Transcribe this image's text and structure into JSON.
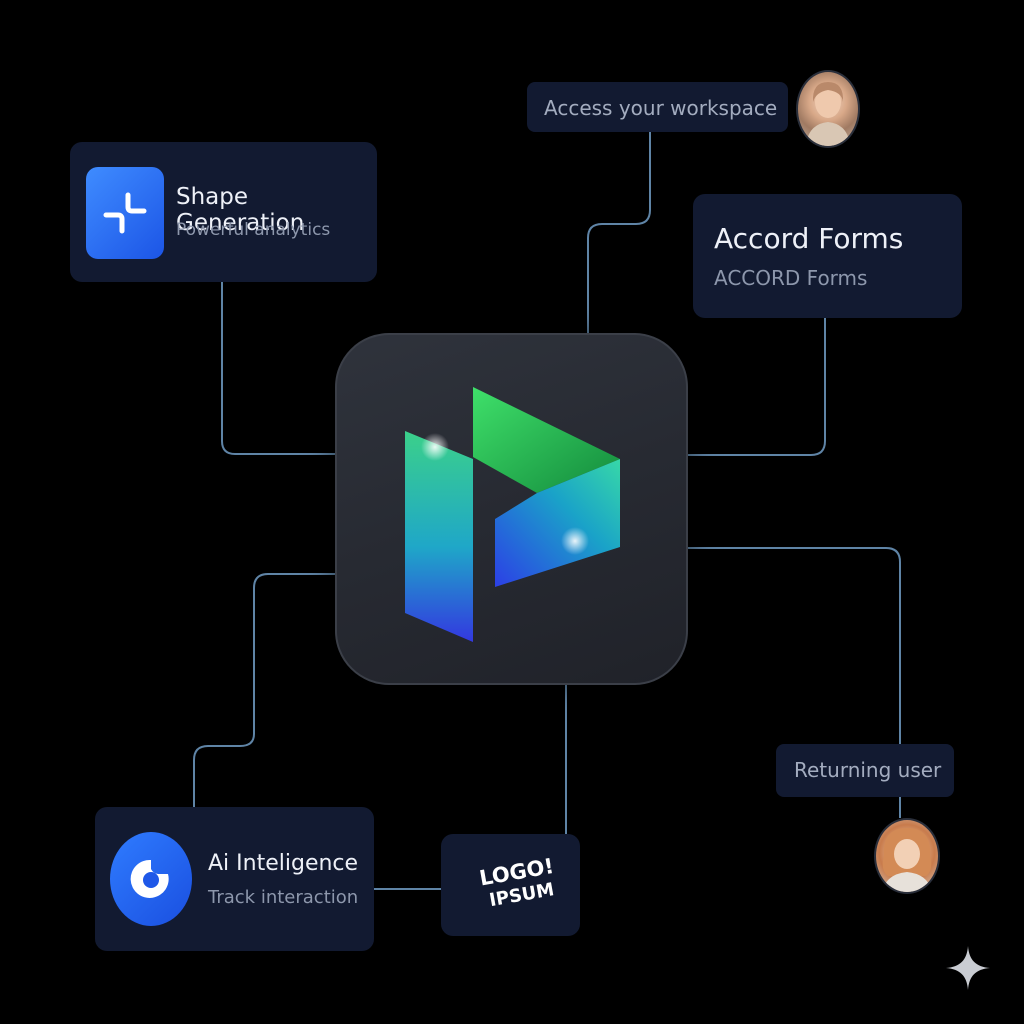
{
  "nodes": {
    "shape_generation": {
      "title": "Shape Generation",
      "subtitle": "Powerful analytics",
      "icon": "shape-generation-icon"
    },
    "access": {
      "label": "Access your workspace"
    },
    "accord": {
      "title": "Accord Forms",
      "subtitle": "ACCORD Forms"
    },
    "returning": {
      "label": "Returning user"
    },
    "ai": {
      "title": "Ai Inteligence",
      "subtitle": "Track interaction",
      "icon": "ai-icon"
    },
    "logo": {
      "text": "LOGO! IPSUM"
    },
    "center": {
      "icon": "p-logo-icon"
    }
  },
  "colors": {
    "background": "#000000",
    "card": "#121a31",
    "connector": "#6d8fb0",
    "accent_blue": "#2a6cf5",
    "logo_green": "#2fd35a",
    "logo_blue": "#3a3fe0"
  }
}
